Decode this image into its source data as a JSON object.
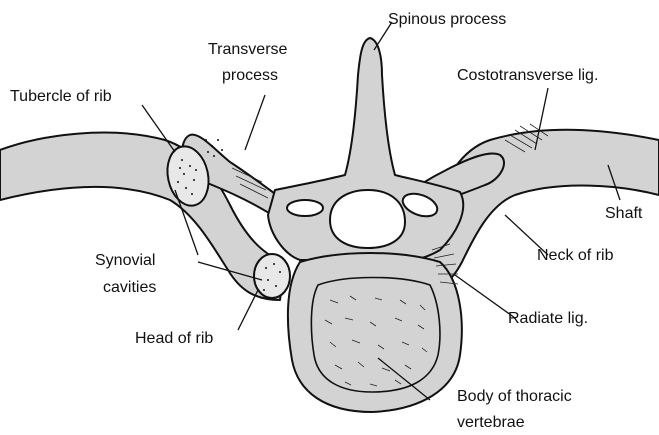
{
  "labels": {
    "spinous_process": "Spinous process",
    "transverse_process_line1": "Transverse",
    "transverse_process_line2": "process",
    "tubercle_of_rib": "Tubercle of rib",
    "costotransverse_lig": "Costotransverse lig.",
    "shaft": "Shaft",
    "synovial_cavities_line1": "Synovial",
    "synovial_cavities_line2": "cavities",
    "neck_of_rib": "Neck of rib",
    "radiate_lig": "Radiate lig.",
    "head_of_rib": "Head of rib",
    "body_line1": "Body of thoracic",
    "body_line2": "vertebrae"
  },
  "colors": {
    "bone_fill": "#d3d3d3",
    "outline": "#111111",
    "background": "#ffffff"
  }
}
